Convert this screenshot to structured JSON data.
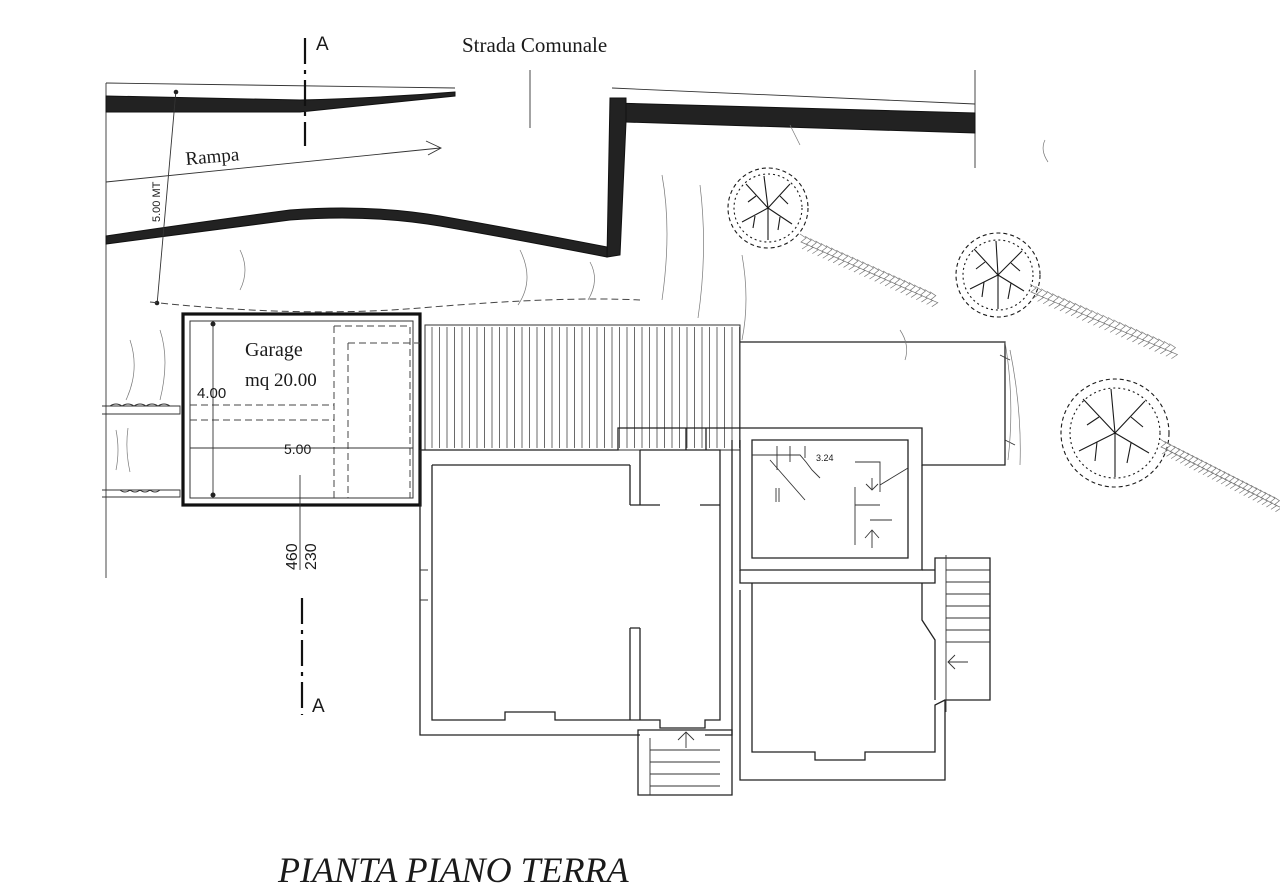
{
  "street_label": "Strada Comunale",
  "ramp_label": "Rampa",
  "ramp_width": "5.00 MT",
  "section_mark_top": "A",
  "section_mark_bottom": "A",
  "garage": {
    "name": "Garage",
    "area": "mq 20.00",
    "width": "4.00",
    "length": "5.00"
  },
  "dims_below_garage": [
    "460",
    "230"
  ],
  "stair_height": "3.24",
  "drawing_title": "PIANTA PIANO TERRA"
}
